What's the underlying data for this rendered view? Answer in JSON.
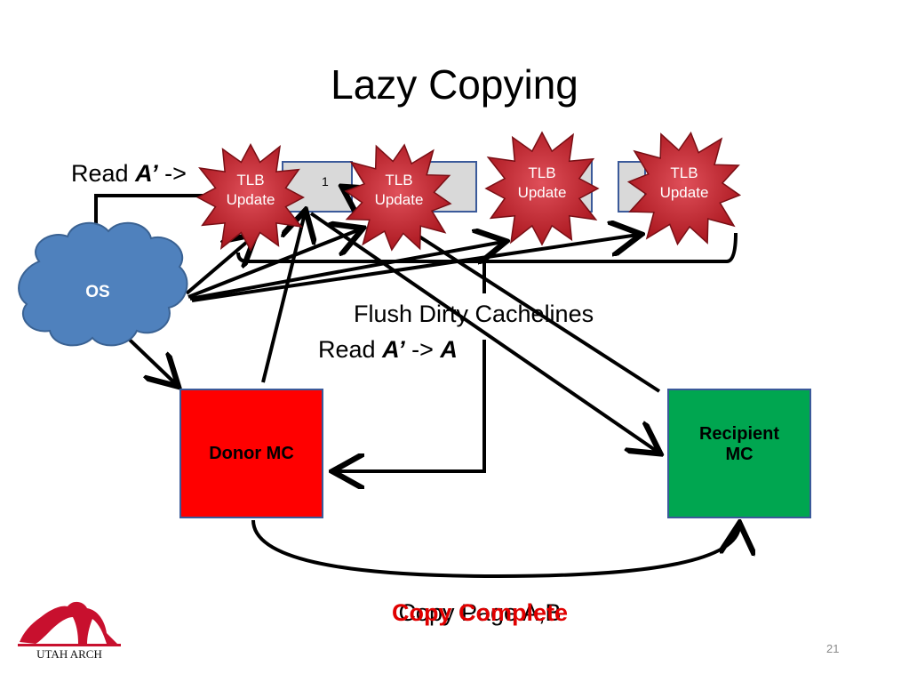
{
  "slide": {
    "title": "Lazy Copying",
    "page_number": "21"
  },
  "labels": {
    "read_top_prefix": "Read ",
    "read_top_var": "A’",
    "read_top_arrow": " ->",
    "flush": "Flush Dirty Cachelines",
    "read_mid_prefix": "Read ",
    "read_mid_var": "A’",
    "read_mid_arrow": " -> ",
    "read_mid_target": "A",
    "copy_page": "Copy Page A,B",
    "copy_complete": "Copy Complete",
    "tlb_small_digit": "1"
  },
  "nodes": {
    "os": "OS",
    "donor": "Donor MC",
    "recipient": "Recipient MC"
  },
  "tlb_updates": [
    {
      "line1": "TLB",
      "line2": "Update"
    },
    {
      "line1": "TLB",
      "line2": "Update"
    },
    {
      "line1": "TLB",
      "line2": "Update"
    },
    {
      "line1": "TLB",
      "line2": "Update"
    }
  ],
  "logo": {
    "text": "UTAH ARCH",
    "color": "#c8102e"
  },
  "colors": {
    "os_fill": "#4f81bd",
    "donor_fill": "#ff0000",
    "recipient_fill": "#00a650",
    "star_fill": "#c0272d",
    "copy_complete": "#e00000"
  }
}
